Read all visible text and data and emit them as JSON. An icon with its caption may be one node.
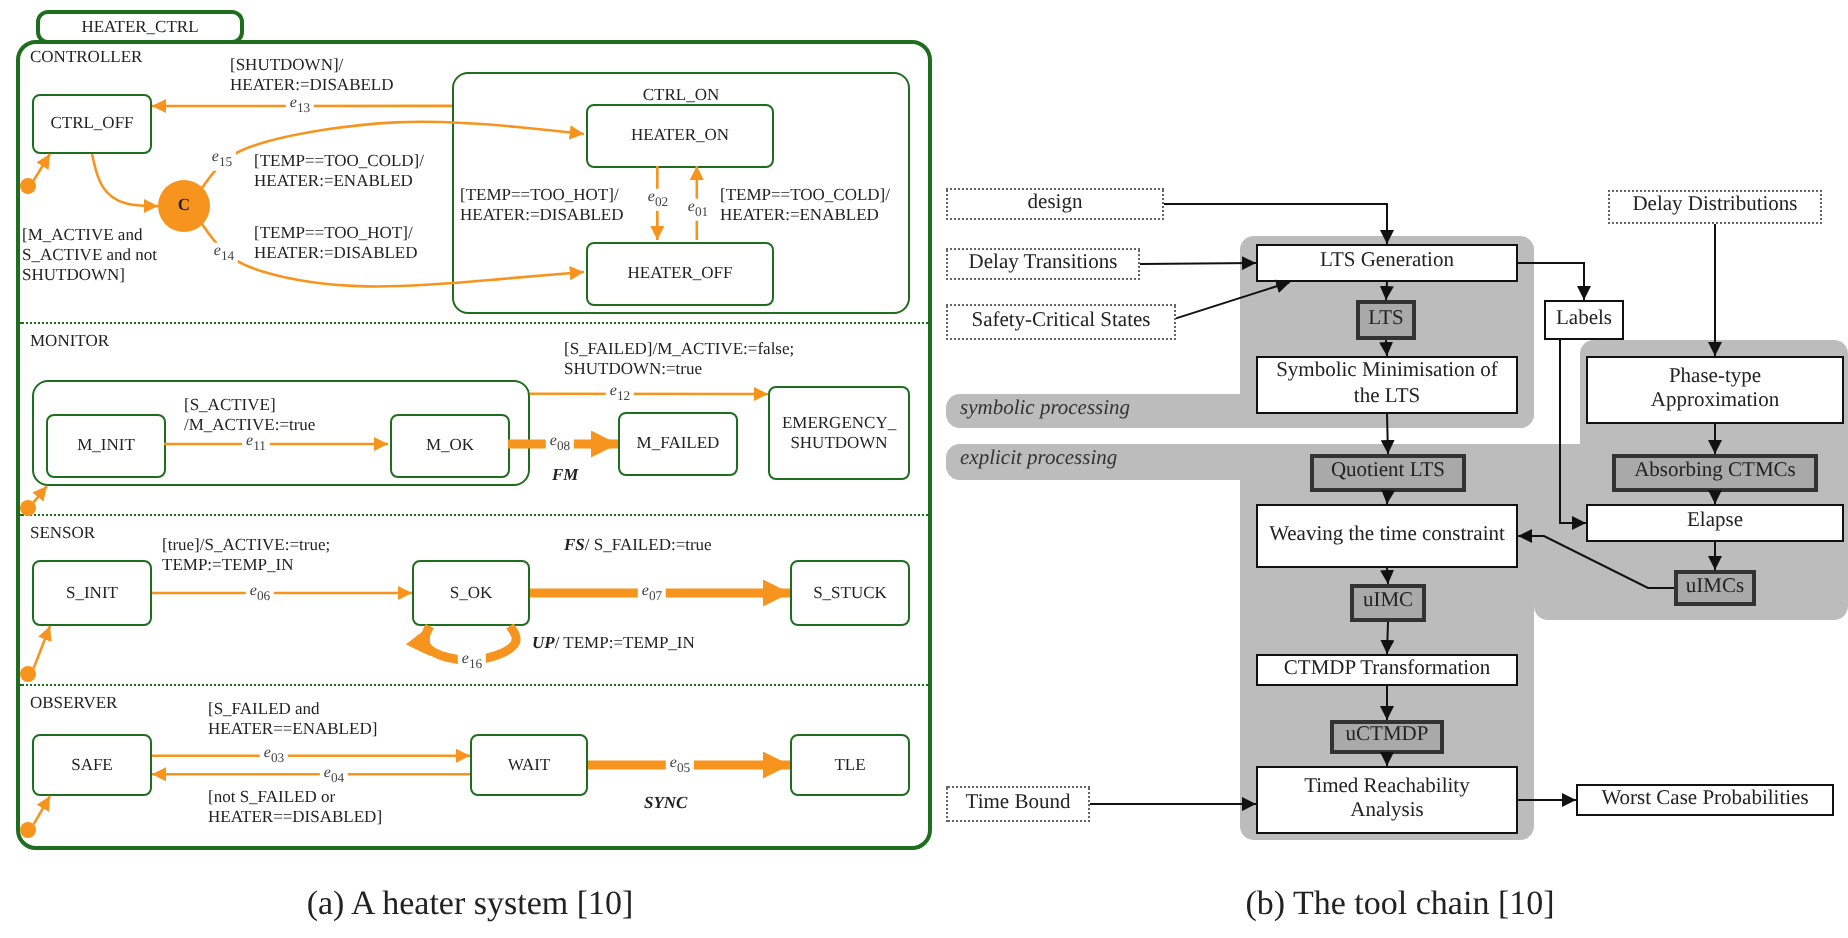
{
  "diagram": {
    "nodes": [
      {
        "text": [
          "HEATER_CTRL"
        ]
      },
      {
        "text": [
          "CONTROLLER"
        ],
        "in": 0
      },
      {
        "text": [
          "CTRL_OFF"
        ],
        "in": 1
      },
      {
        "text": [
          "C"
        ],
        "in": 1
      },
      {
        "text": [
          "CTRL_ON"
        ],
        "in": 1
      },
      {
        "text": [
          "HEATER_ON"
        ],
        "in": 4
      },
      {
        "text": [
          "HEATER_OFF"
        ],
        "in": 4
      },
      {
        "text": [],
        "shape": "circle",
        "in": 1
      },
      {
        "text": [
          "MONITOR"
        ],
        "in": 0
      },
      {
        "text": [],
        "shape": "box",
        "in": 8
      },
      {
        "text": [
          "M_INIT"
        ],
        "in": 9
      },
      {
        "text": [
          "M_OK"
        ],
        "in": 9
      },
      {
        "text": [
          "M_FAILED"
        ],
        "in": 8
      },
      {
        "text": [
          "EMERGENCY_ SHUTDOWN"
        ],
        "in": 8
      },
      {
        "text": [],
        "shape": "circle",
        "in": 8
      },
      {
        "text": [
          "SENSOR"
        ],
        "in": 0
      },
      {
        "text": [
          "S_INIT"
        ],
        "in": 15
      },
      {
        "text": [
          "S_OK"
        ],
        "in": 15
      },
      {
        "text": [
          "S_STUCK"
        ],
        "in": 15
      },
      {
        "text": [],
        "shape": "circle",
        "in": 15
      },
      {
        "text": [
          "OBSERVER"
        ],
        "in": 0
      },
      {
        "text": [
          "SAFE"
        ],
        "in": 20
      },
      {
        "text": [
          "WAIT"
        ],
        "in": 20
      },
      {
        "text": [
          "TLE"
        ],
        "in": 20
      },
      {
        "text": [],
        "shape": "circle",
        "in": 20
      },
      {
        "text": [
          "design"
        ]
      },
      {
        "text": [
          "Delay Transitions"
        ]
      },
      {
        "text": [
          "Safety-Critical States"
        ]
      },
      {
        "text": [
          "LTS Generation"
        ]
      },
      {
        "text": [
          "LTS"
        ]
      },
      {
        "text": [
          "Symbolic Minimisation of the LTS"
        ]
      },
      {
        "text": [
          "Labels"
        ]
      },
      {
        "text": [
          "Delay Distributions"
        ]
      },
      {
        "text": [
          "Phase-type Approximation"
        ]
      },
      {
        "text": [
          "Quotient LTS"
        ]
      },
      {
        "text": [
          "Absorbing CTMCs"
        ]
      },
      {
        "text": [
          "Weaving the time constraint"
        ]
      },
      {
        "text": [
          "Elapse"
        ]
      },
      {
        "text": [
          "uIMCs"
        ]
      },
      {
        "text": [
          "uIMC"
        ]
      },
      {
        "text": [
          "CTMDP Transformation"
        ]
      },
      {
        "text": [
          "uCTMDP"
        ]
      },
      {
        "text": [
          "Timed Reachability Analysis"
        ]
      },
      {
        "text": [
          "Time Bound"
        ]
      },
      {
        "text": [
          "Worst Case Probabilities"
        ]
      }
    ],
    "edges": [
      {
        "from": 4,
        "to": 2,
        "arrow": "to",
        "label": "*e*$_{13}$",
        "color": "#f7941d"
      },
      {
        "from": 7,
        "to": 2,
        "arrow": "to",
        "color": "#f7941d"
      },
      {
        "from": 2,
        "to": 3,
        "arrow": "to",
        "color": "#f7941d"
      },
      {
        "from": 3,
        "to": 5,
        "arrow": "to",
        "label": "*e*$_{15}$",
        "color": "#f7941d"
      },
      {
        "from": 3,
        "to": 6,
        "arrow": "to",
        "label": "*e*$_{14}$",
        "color": "#f7941d"
      },
      {
        "from": 5,
        "to": 6,
        "arrow": "to",
        "label": "*e*$_{02}$",
        "color": "#f7941d"
      },
      {
        "from": 6,
        "to": 5,
        "arrow": "to",
        "label": "*e*$_{01}$",
        "color": "#f7941d"
      },
      {
        "from": 14,
        "to": 9,
        "arrow": "to",
        "color": "#f7941d"
      },
      {
        "from": 10,
        "to": 11,
        "arrow": "to",
        "label": "*e*$_{11}$",
        "color": "#f7941d"
      },
      {
        "from": 9,
        "to": 13,
        "arrow": "to",
        "label": "*e*$_{12}$",
        "color": "#f7941d"
      },
      {
        "from": 11,
        "to": 12,
        "arrow": "to",
        "label": "*e*$_{08}$",
        "style": "thick",
        "color": "#f7941d"
      },
      {
        "from": 19,
        "to": 16,
        "arrow": "to",
        "color": "#f7941d"
      },
      {
        "from": 16,
        "to": 17,
        "arrow": "to",
        "label": "*e*$_{06}$",
        "color": "#f7941d"
      },
      {
        "from": 17,
        "to": 18,
        "arrow": "to",
        "label": "*e*$_{07}$",
        "style": "thick",
        "color": "#f7941d"
      },
      {
        "from": 17,
        "to": 17,
        "arrow": "to",
        "label": "*e*$_{16}$",
        "style": "thick",
        "color": "#f7941d"
      },
      {
        "from": 24,
        "to": 21,
        "arrow": "to",
        "color": "#f7941d"
      },
      {
        "from": 21,
        "to": 22,
        "arrow": "to",
        "label": "*e*$_{03}$",
        "color": "#f7941d"
      },
      {
        "from": 22,
        "to": 21,
        "arrow": "to",
        "label": "*e*$_{04}$",
        "color": "#f7941d"
      },
      {
        "from": 22,
        "to": 23,
        "arrow": "to",
        "label": "*e*$_{05}$",
        "style": "thick",
        "color": "#f7941d"
      },
      {
        "from": 25,
        "to": 28,
        "arrow": "to"
      },
      {
        "from": 26,
        "to": 28,
        "arrow": "to"
      },
      {
        "from": 27,
        "to": 28,
        "arrow": "to"
      },
      {
        "from": 28,
        "to": 29,
        "arrow": "to"
      },
      {
        "from": 29,
        "to": 30,
        "arrow": "to"
      },
      {
        "from": 28,
        "to": 31,
        "arrow": "to"
      },
      {
        "from": 30,
        "to": 34,
        "arrow": "to"
      },
      {
        "from": 31,
        "to": 37,
        "arrow": "to"
      },
      {
        "from": 32,
        "to": 33,
        "arrow": "to"
      },
      {
        "from": 33,
        "to": 35,
        "arrow": "to"
      },
      {
        "from": 34,
        "to": 36,
        "arrow": "to"
      },
      {
        "from": 35,
        "to": 37,
        "arrow": "to"
      },
      {
        "from": 37,
        "to": 38,
        "arrow": "to"
      },
      {
        "from": 38,
        "to": 36,
        "arrow": "to"
      },
      {
        "from": 36,
        "to": 39,
        "arrow": "to"
      },
      {
        "from": 39,
        "to": 40,
        "arrow": "to"
      },
      {
        "from": 40,
        "to": 41,
        "arrow": "to"
      },
      {
        "from": 41,
        "to": 42,
        "arrow": "to"
      },
      {
        "from": 43,
        "to": 42,
        "arrow": "to"
      },
      {
        "from": 42,
        "to": 44,
        "arrow": "to"
      }
    ],
    "labels": [
      "[SHUTDOWN]/ HEATER:=DISABELD",
      "[TEMP==TOO_COLD]/ HEATER:=ENABLED",
      "[M_ACTIVE and S_ACTIVE and not SHUTDOWN]",
      "[TEMP==TOO_HOT]/ HEATER:=DISABLED",
      "[TEMP==TOO_HOT]/ HEATER:=DISABLED",
      "[TEMP==TOO_COLD]/ HEATER:=ENABLED",
      "[S_FAILED]/M_ACTIVE:=false; SHUTDOWN:=true",
      "[S_ACTIVE] /M_ACTIVE:=true",
      "FM",
      "[true]/S_ACTIVE:=true; TEMP:=TEMP_IN",
      "**FS**/ S_FAILED:=true",
      "**UP**/ TEMP:=TEMP_IN",
      "[S_FAILED and HEATER==ENABLED]",
      "[not S_FAILED or HEATER==DISABLED]",
      "SYNC",
      "symbolic processing",
      "explicit processing",
      "(a) A heater system [10]",
      "(b) The tool chain [10]"
    ]
  }
}
